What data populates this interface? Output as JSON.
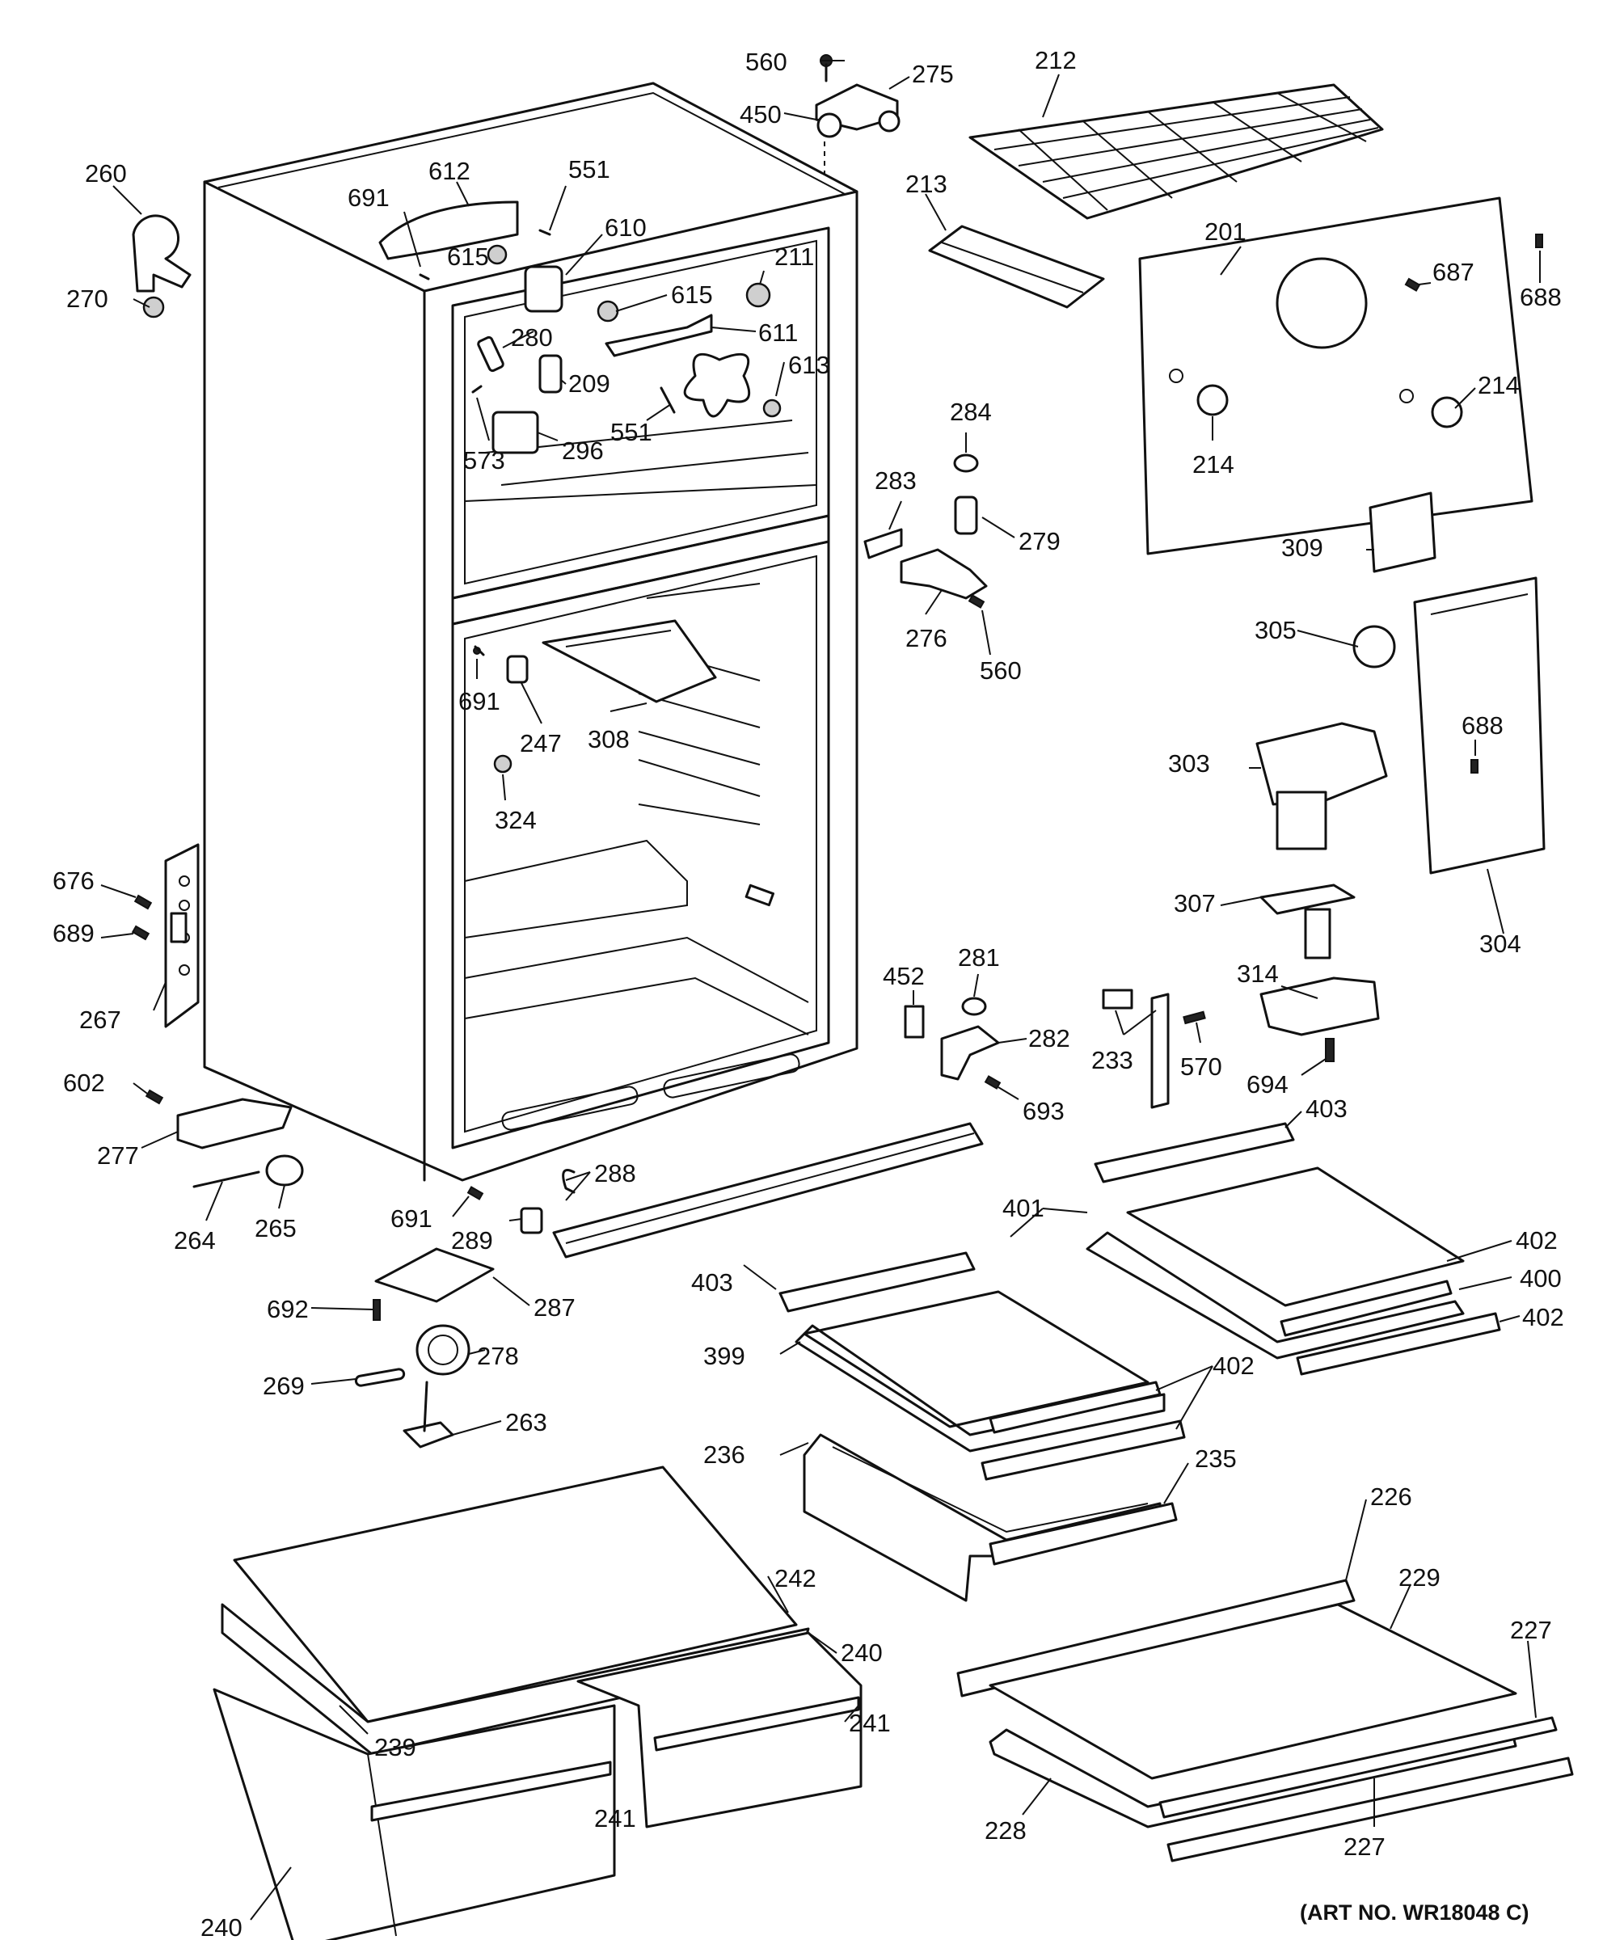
{
  "art_number": "(ART NO. WR18048 C)",
  "callouts": [
    {
      "id": "c560a",
      "text": "560"
    },
    {
      "id": "c275",
      "text": "275"
    },
    {
      "id": "c212",
      "text": "212"
    },
    {
      "id": "c450",
      "text": "450"
    },
    {
      "id": "c260",
      "text": "260"
    },
    {
      "id": "c612",
      "text": "612"
    },
    {
      "id": "c551a",
      "text": "551"
    },
    {
      "id": "c691a",
      "text": "691"
    },
    {
      "id": "c610",
      "text": "610"
    },
    {
      "id": "c213",
      "text": "213"
    },
    {
      "id": "c201",
      "text": "201"
    },
    {
      "id": "c688a",
      "text": "688"
    },
    {
      "id": "c615a",
      "text": "615"
    },
    {
      "id": "c270",
      "text": "270"
    },
    {
      "id": "c211",
      "text": "211"
    },
    {
      "id": "c615b",
      "text": "615"
    },
    {
      "id": "c687",
      "text": "687"
    },
    {
      "id": "c280",
      "text": "280"
    },
    {
      "id": "c611",
      "text": "611"
    },
    {
      "id": "c209",
      "text": "209"
    },
    {
      "id": "c613",
      "text": "613"
    },
    {
      "id": "c214a",
      "text": "214"
    },
    {
      "id": "c284",
      "text": "284"
    },
    {
      "id": "c551b",
      "text": "551"
    },
    {
      "id": "c573",
      "text": "573"
    },
    {
      "id": "c296",
      "text": "296"
    },
    {
      "id": "c214b",
      "text": "214"
    },
    {
      "id": "c283",
      "text": "283"
    },
    {
      "id": "c279",
      "text": "279"
    },
    {
      "id": "c309",
      "text": "309"
    },
    {
      "id": "c276",
      "text": "276"
    },
    {
      "id": "c305",
      "text": "305"
    },
    {
      "id": "c560b",
      "text": "560"
    },
    {
      "id": "c691b",
      "text": "691"
    },
    {
      "id": "c247",
      "text": "247"
    },
    {
      "id": "c308",
      "text": "308"
    },
    {
      "id": "c688b",
      "text": "688"
    },
    {
      "id": "c303",
      "text": "303"
    },
    {
      "id": "c324",
      "text": "324"
    },
    {
      "id": "c676",
      "text": "676"
    },
    {
      "id": "c307",
      "text": "307"
    },
    {
      "id": "c689",
      "text": "689"
    },
    {
      "id": "c304",
      "text": "304"
    },
    {
      "id": "c452",
      "text": "452"
    },
    {
      "id": "c281",
      "text": "281"
    },
    {
      "id": "c314",
      "text": "314"
    },
    {
      "id": "c267",
      "text": "267"
    },
    {
      "id": "c282",
      "text": "282"
    },
    {
      "id": "c233",
      "text": "233"
    },
    {
      "id": "c570",
      "text": "570"
    },
    {
      "id": "c602",
      "text": "602"
    },
    {
      "id": "c694",
      "text": "694"
    },
    {
      "id": "c693",
      "text": "693"
    },
    {
      "id": "c403a",
      "text": "403"
    },
    {
      "id": "c277",
      "text": "277"
    },
    {
      "id": "c288",
      "text": "288"
    },
    {
      "id": "c264",
      "text": "264"
    },
    {
      "id": "c265",
      "text": "265"
    },
    {
      "id": "c691c",
      "text": "691"
    },
    {
      "id": "c401",
      "text": "401"
    },
    {
      "id": "c402a",
      "text": "402"
    },
    {
      "id": "c289",
      "text": "289"
    },
    {
      "id": "c403b",
      "text": "403"
    },
    {
      "id": "c400",
      "text": "400"
    },
    {
      "id": "c692",
      "text": "692"
    },
    {
      "id": "c287",
      "text": "287"
    },
    {
      "id": "c402b",
      "text": "402"
    },
    {
      "id": "c278",
      "text": "278"
    },
    {
      "id": "c399",
      "text": "399"
    },
    {
      "id": "c402c",
      "text": "402"
    },
    {
      "id": "c269",
      "text": "269"
    },
    {
      "id": "c263",
      "text": "263"
    },
    {
      "id": "c236",
      "text": "236"
    },
    {
      "id": "c235",
      "text": "235"
    },
    {
      "id": "c226",
      "text": "226"
    },
    {
      "id": "c242",
      "text": "242"
    },
    {
      "id": "c229",
      "text": "229"
    },
    {
      "id": "c227a",
      "text": "227"
    },
    {
      "id": "c240a",
      "text": "240"
    },
    {
      "id": "c241a",
      "text": "241"
    },
    {
      "id": "c239",
      "text": "239"
    },
    {
      "id": "c241b",
      "text": "241"
    },
    {
      "id": "c228",
      "text": "228"
    },
    {
      "id": "c227b",
      "text": "227"
    },
    {
      "id": "c240b",
      "text": "240"
    }
  ]
}
